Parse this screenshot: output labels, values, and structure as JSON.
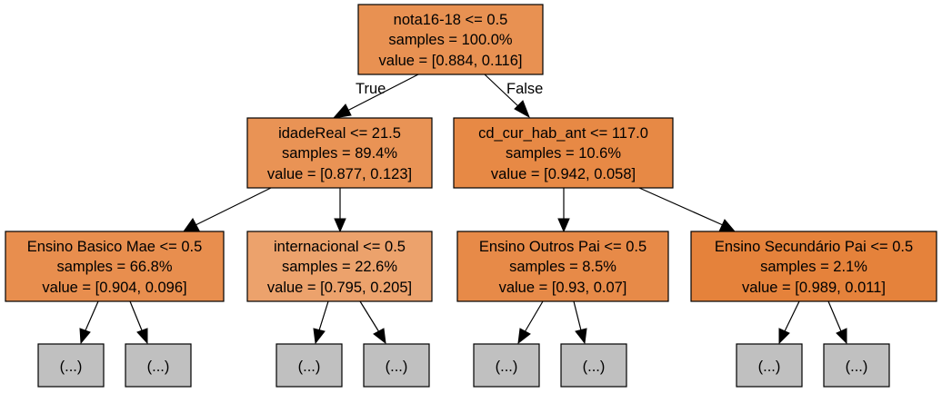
{
  "tree": {
    "root": {
      "line1": "nota16-18 <= 0.5",
      "line2": "samples = 100.0%",
      "line3": "value = [0.884, 0.116]",
      "fill": "#e89152"
    },
    "left": {
      "line1": "idadeReal <= 21.5",
      "line2": "samples = 89.4%",
      "line3": "value = [0.877, 0.123]",
      "fill": "#e99355"
    },
    "right": {
      "line1": "cd_cur_hab_ant <= 117.0",
      "line2": "samples = 10.6%",
      "line3": "value = [0.942, 0.058]",
      "fill": "#e78945"
    },
    "ll": {
      "line1": "Ensino Basico Mae <= 0.5",
      "line2": "samples = 66.8%",
      "line3": "value = [0.904, 0.096]",
      "fill": "#e88e4e"
    },
    "lr": {
      "line1": "internacional <= 0.5",
      "line2": "samples = 22.6%",
      "line3": "value = [0.795, 0.205]",
      "fill": "#eca26c"
    },
    "rl": {
      "line1": "Ensino Outros Pai <= 0.5",
      "line2": "samples = 8.5%",
      "line3": "value = [0.93, 0.07]",
      "fill": "#e78a48"
    },
    "rr": {
      "line1": "Ensino Secundário Pai <= 0.5",
      "line2": "samples = 2.1%",
      "line3": "value = [0.989, 0.011]",
      "fill": "#e5823b"
    },
    "leaf_label": "(...)",
    "leaf_fill": "#c0c0c0",
    "true_label": "True",
    "false_label": "False"
  }
}
